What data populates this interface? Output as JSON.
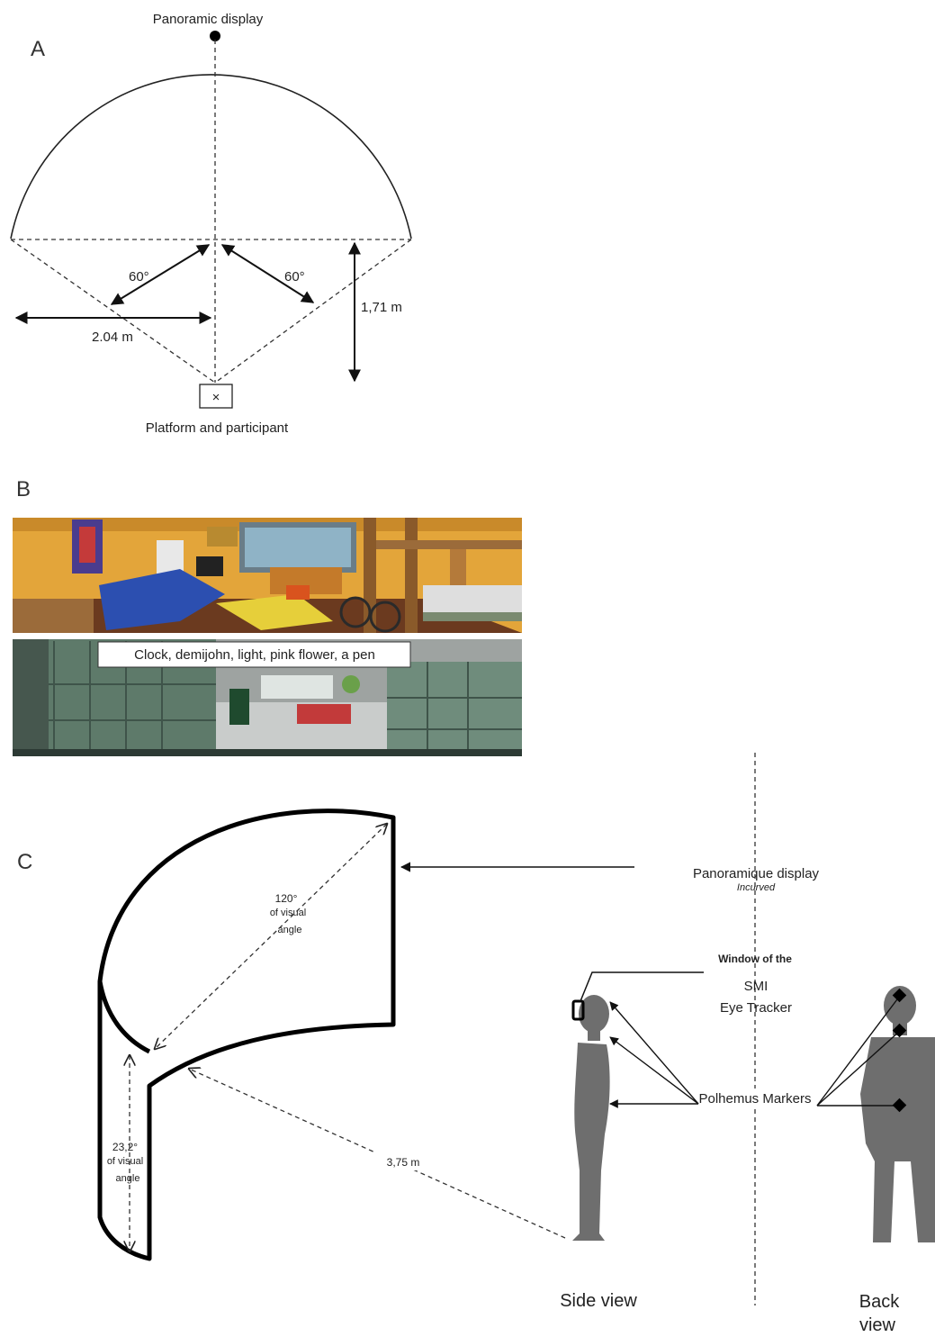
{
  "panelA": {
    "letter": "A",
    "top_label": "Panoramic display",
    "angle_left": "60°",
    "angle_right": "60°",
    "dist_left": "2.04 m",
    "dist_right": "1,71 m",
    "platform_symbol": "×",
    "bottom_label": "Platform and participant"
  },
  "panelB": {
    "letter": "B",
    "caption": "Clock, demijohn, light, pink flower, a pen"
  },
  "panelC": {
    "letter": "C",
    "screen_angle_value": "120°",
    "screen_angle_line2": "of visual",
    "screen_angle_line3": "angle",
    "vert_angle_value": "23,2°",
    "vert_angle_line2": "of visual",
    "vert_angle_line3": "angle",
    "distance": "3,75 m",
    "display_label": "Panoramique display",
    "display_sublabel": "Incurved",
    "window_label": "Window of the",
    "smi_label": "SMI",
    "tracker_label": "Eye Tracker",
    "markers_label": "Polhemus Markers",
    "side_view_label": "Side view",
    "back_view_line1": "Back",
    "back_view_line2": "view"
  },
  "colors": {
    "wall_orange": "#e3a53a",
    "floor_brown": "#6b3a1f",
    "cabinet_green": "#5e7a6a",
    "office_gray": "#9ea3a1",
    "silhouette": "#6e6e6e"
  }
}
